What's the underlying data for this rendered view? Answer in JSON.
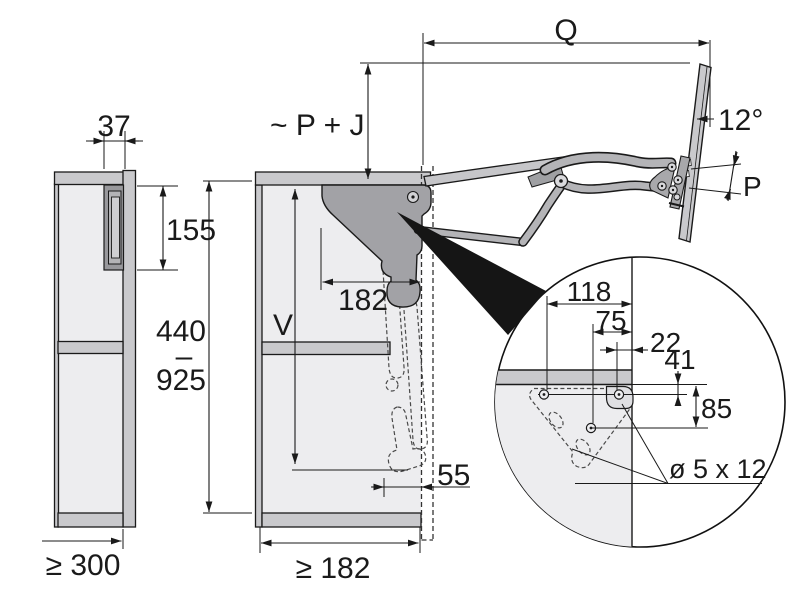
{
  "colors": {
    "line": "#1a1a1a",
    "panel_gray": "#c9c9cc",
    "interior_gray": "#ededef",
    "mechanism_gray": "#a2a2a6",
    "arm_gray": "#b4b4b7",
    "ghost_dash_gray": "#4a4a4a",
    "callout_black": "#151515"
  },
  "left_view": {
    "top_depth": "37",
    "fitting_height": "155",
    "height_min": "440",
    "height_sep": "–",
    "height_max": "925",
    "depth_min": "≥ 300"
  },
  "middle_view": {
    "protrusion": "~ P + J",
    "inner_height": "V",
    "fitting_depth": "182",
    "front_gap": "55",
    "inner_depth_min": "≥ 182"
  },
  "open_view": {
    "projection": "Q",
    "door_angle": "12°",
    "door_overlay": "P"
  },
  "detail_view": {
    "hole_back": "118",
    "hole_mid": "75",
    "hole_front": "22",
    "hole_top": "41",
    "hole_row_gap": "85",
    "screw_spec": "ø 5 x 12"
  }
}
